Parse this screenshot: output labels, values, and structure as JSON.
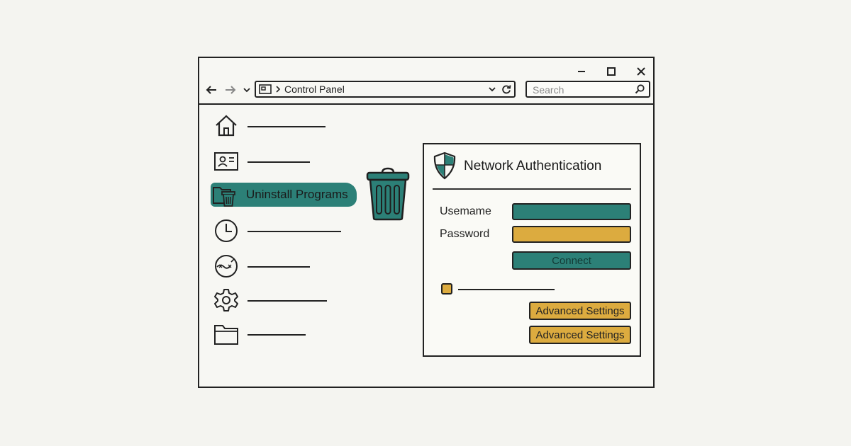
{
  "address": {
    "path": "Control Panel"
  },
  "search": {
    "placeholder": "Search"
  },
  "sidebar": {
    "items": [
      {
        "name": "home"
      },
      {
        "name": "user-accounts"
      },
      {
        "name": "uninstall-programs",
        "label": "Uninstall Programs"
      },
      {
        "name": "clock"
      },
      {
        "name": "network"
      },
      {
        "name": "settings"
      },
      {
        "name": "folder"
      }
    ]
  },
  "dialog": {
    "title": "Network Authentication",
    "username_label": "Usemame",
    "password_label": "Password",
    "connect_label": "Connect",
    "advanced_label_1": "Advanced Settings",
    "advanced_label_2": "Advanced Settings"
  },
  "colors": {
    "teal": "#2c8077",
    "gold": "#dcab3f",
    "ink": "#222222",
    "background": "#f4f4f0"
  },
  "icons": [
    "minimize-icon",
    "maximize-icon",
    "close-icon",
    "back-arrow-icon",
    "forward-arrow-icon",
    "chevron-down-icon",
    "control-panel-icon",
    "refresh-icon",
    "search-icon",
    "home-icon",
    "user-card-icon",
    "folder-trash-icon",
    "clock-icon",
    "network-icon",
    "gear-icon",
    "folder-icon",
    "trash-icon",
    "shield-icon"
  ]
}
